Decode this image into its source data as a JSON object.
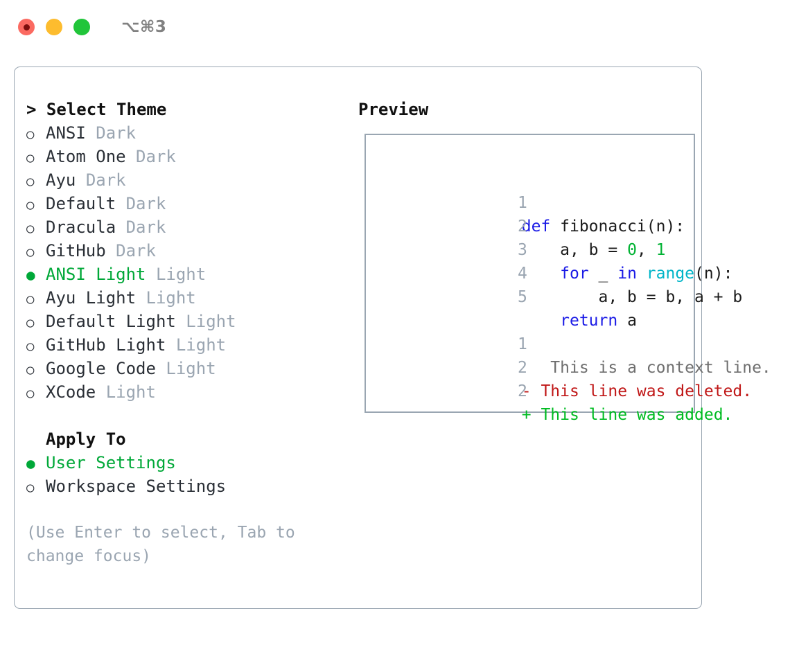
{
  "titlebar": {
    "shortcut": "⌥⌘3",
    "lights": [
      {
        "name": "close-button",
        "color": "#fb6a61"
      },
      {
        "name": "minimize-button",
        "color": "#fdbc2e"
      },
      {
        "name": "maximize-button",
        "color": "#21c53a"
      }
    ]
  },
  "colors": {
    "accent_green": "#00a838",
    "muted_gray": "#9aa5b1",
    "text": "#2a2f36",
    "border": "#9aa6b2",
    "diff_add": "#00bb22",
    "diff_del": "#c01717"
  },
  "theme_list": {
    "heading": "> Select Theme",
    "caret": ">",
    "heading_text": "Select Theme",
    "marker_on": "●",
    "marker_off": "○",
    "items": [
      {
        "label": "ANSI",
        "variant": "Dark",
        "selected": false
      },
      {
        "label": "Atom One",
        "variant": "Dark",
        "selected": false
      },
      {
        "label": "Ayu",
        "variant": "Dark",
        "selected": false
      },
      {
        "label": "Default",
        "variant": "Dark",
        "selected": false
      },
      {
        "label": "Dracula",
        "variant": "Dark",
        "selected": false
      },
      {
        "label": "GitHub",
        "variant": "Dark",
        "selected": false
      },
      {
        "label": "ANSI Light",
        "variant": "Light",
        "selected": true
      },
      {
        "label": "Ayu Light",
        "variant": "Light",
        "selected": false
      },
      {
        "label": "Default Light",
        "variant": "Light",
        "selected": false
      },
      {
        "label": "GitHub Light",
        "variant": "Light",
        "selected": false
      },
      {
        "label": "Google Code",
        "variant": "Light",
        "selected": false
      },
      {
        "label": "XCode",
        "variant": "Light",
        "selected": false
      }
    ]
  },
  "apply_to": {
    "heading": "Apply To",
    "items": [
      {
        "label": "User Settings",
        "selected": true
      },
      {
        "label": "Workspace Settings",
        "selected": false
      }
    ]
  },
  "hint": "(Use Enter to select, Tab to change focus)",
  "preview": {
    "heading": "Preview",
    "code_lines": [
      {
        "no": "1",
        "tokens": [
          {
            "t": "def",
            "c": "kw"
          },
          {
            "t": " fibonacci(n):",
            "c": "plain"
          }
        ]
      },
      {
        "no": "2",
        "tokens": [
          {
            "t": "    a, b = ",
            "c": "plain"
          },
          {
            "t": "0",
            "c": "num"
          },
          {
            "t": ", ",
            "c": "plain"
          },
          {
            "t": "1",
            "c": "num"
          }
        ]
      },
      {
        "no": "3",
        "tokens": [
          {
            "t": "    ",
            "c": "plain"
          },
          {
            "t": "for",
            "c": "kw"
          },
          {
            "t": " _ ",
            "c": "plain"
          },
          {
            "t": "in",
            "c": "kw"
          },
          {
            "t": " ",
            "c": "plain"
          },
          {
            "t": "range",
            "c": "builtin"
          },
          {
            "t": "(n):",
            "c": "plain"
          }
        ]
      },
      {
        "no": "4",
        "tokens": [
          {
            "t": "        a, b = b, a + b",
            "c": "plain"
          }
        ]
      },
      {
        "no": "5",
        "tokens": [
          {
            "t": "    ",
            "c": "plain"
          },
          {
            "t": "return",
            "c": "kw"
          },
          {
            "t": " a",
            "c": "plain"
          }
        ]
      }
    ],
    "diff_lines": [
      {
        "no": "1",
        "marker": " ",
        "text": "  This is a context line.",
        "kind": "ctx"
      },
      {
        "no": "2",
        "marker": "-",
        "text": " This line was deleted.",
        "kind": "del"
      },
      {
        "no": "2",
        "marker": "+",
        "text": " This line was added.",
        "kind": "add"
      }
    ]
  }
}
